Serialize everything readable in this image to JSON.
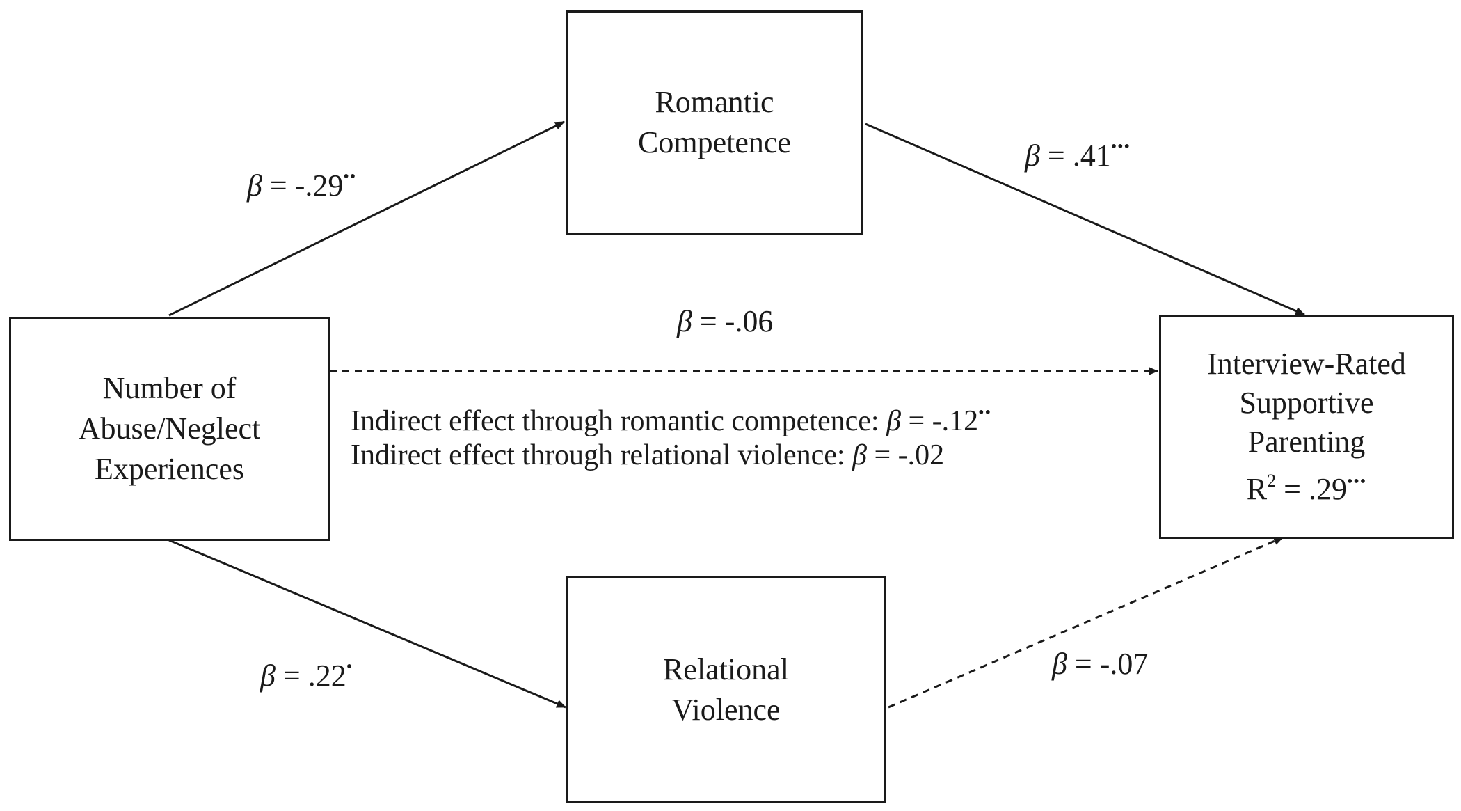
{
  "nodes": {
    "predictor": {
      "lines": [
        "Number of",
        "Abuse/Neglect",
        "Experiences"
      ]
    },
    "mediator_top": {
      "lines": [
        "Romantic",
        "Competence"
      ]
    },
    "mediator_bottom": {
      "lines": [
        "Relational",
        "Violence"
      ]
    },
    "outcome": {
      "lines": [
        "Interview-Rated",
        "Supportive",
        "Parenting"
      ],
      "r2_prefix": "R",
      "r2_exponent": "2",
      "r2_value": " = .29",
      "r2_sig": "•••"
    }
  },
  "paths": {
    "a1": {
      "symbol": "β",
      "value": " = -.29",
      "sig": "••",
      "line_style": "solid"
    },
    "b1": {
      "symbol": "β",
      "value": " = .41",
      "sig": "•••",
      "line_style": "solid"
    },
    "direct": {
      "symbol": "β",
      "value": " = -.06",
      "sig": "",
      "line_style": "dashed"
    },
    "a2": {
      "symbol": "β",
      "value": " = .22",
      "sig": "•",
      "line_style": "solid"
    },
    "b2": {
      "symbol": "β",
      "value": " = -.07",
      "sig": "",
      "line_style": "dashed"
    }
  },
  "indirect_effects": [
    {
      "text": "Indirect effect through romantic competence: ",
      "symbol": "β",
      "value": " = -.12",
      "sig": "••"
    },
    {
      "text": "Indirect effect through relational violence: ",
      "symbol": "β",
      "value": " = -.02",
      "sig": ""
    }
  ],
  "colors": {
    "stroke": "#1a1a1a",
    "background": "#ffffff"
  }
}
